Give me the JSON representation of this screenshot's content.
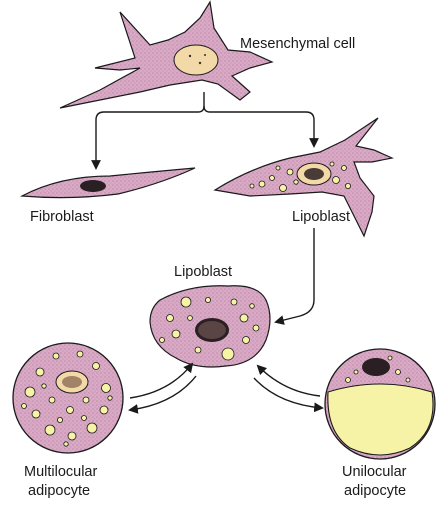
{
  "labels": {
    "mesenchymal": "Mesenchymal cell",
    "fibroblast": "Fibroblast",
    "lipoblast_top": "Lipoblast",
    "lipoblast_mid": "Lipoblast",
    "multilocular_1": "Multilocular",
    "multilocular_2": "adipocyte",
    "unilocular_1": "Unilocular",
    "unilocular_2": "adipocyte"
  },
  "colors": {
    "cytoplasm": "#d9a9c6",
    "nucleus_light": "#f3d9a8",
    "nucleus_dark": "#2a1f22",
    "lipid": "#f6f3a6",
    "outline": "#1a1a1a"
  }
}
